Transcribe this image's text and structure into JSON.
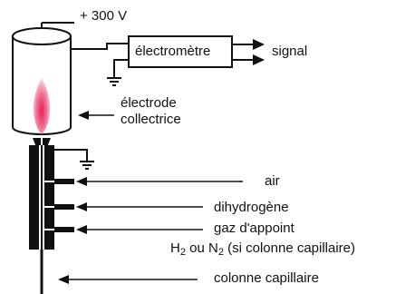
{
  "labels": {
    "voltage": "+ 300 V",
    "electrometer": "électromètre",
    "signal": "signal",
    "collector_line1": "électrode",
    "collector_line2": "collectrice",
    "air": "air",
    "hydrogen": "dihydrogène",
    "makeup_gas": "gaz d'appoint",
    "makeup_gas_detail": {
      "h": "H",
      "h_sub": "2",
      "ou_n": " ou N",
      "n_sub": "2",
      "rest": " (si colonne capillaire)"
    },
    "capillary": "colonne capillaire"
  },
  "colors": {
    "flame_core": "#e8205a",
    "flame_outer": "#f7b7c8",
    "ink": "#111111"
  }
}
